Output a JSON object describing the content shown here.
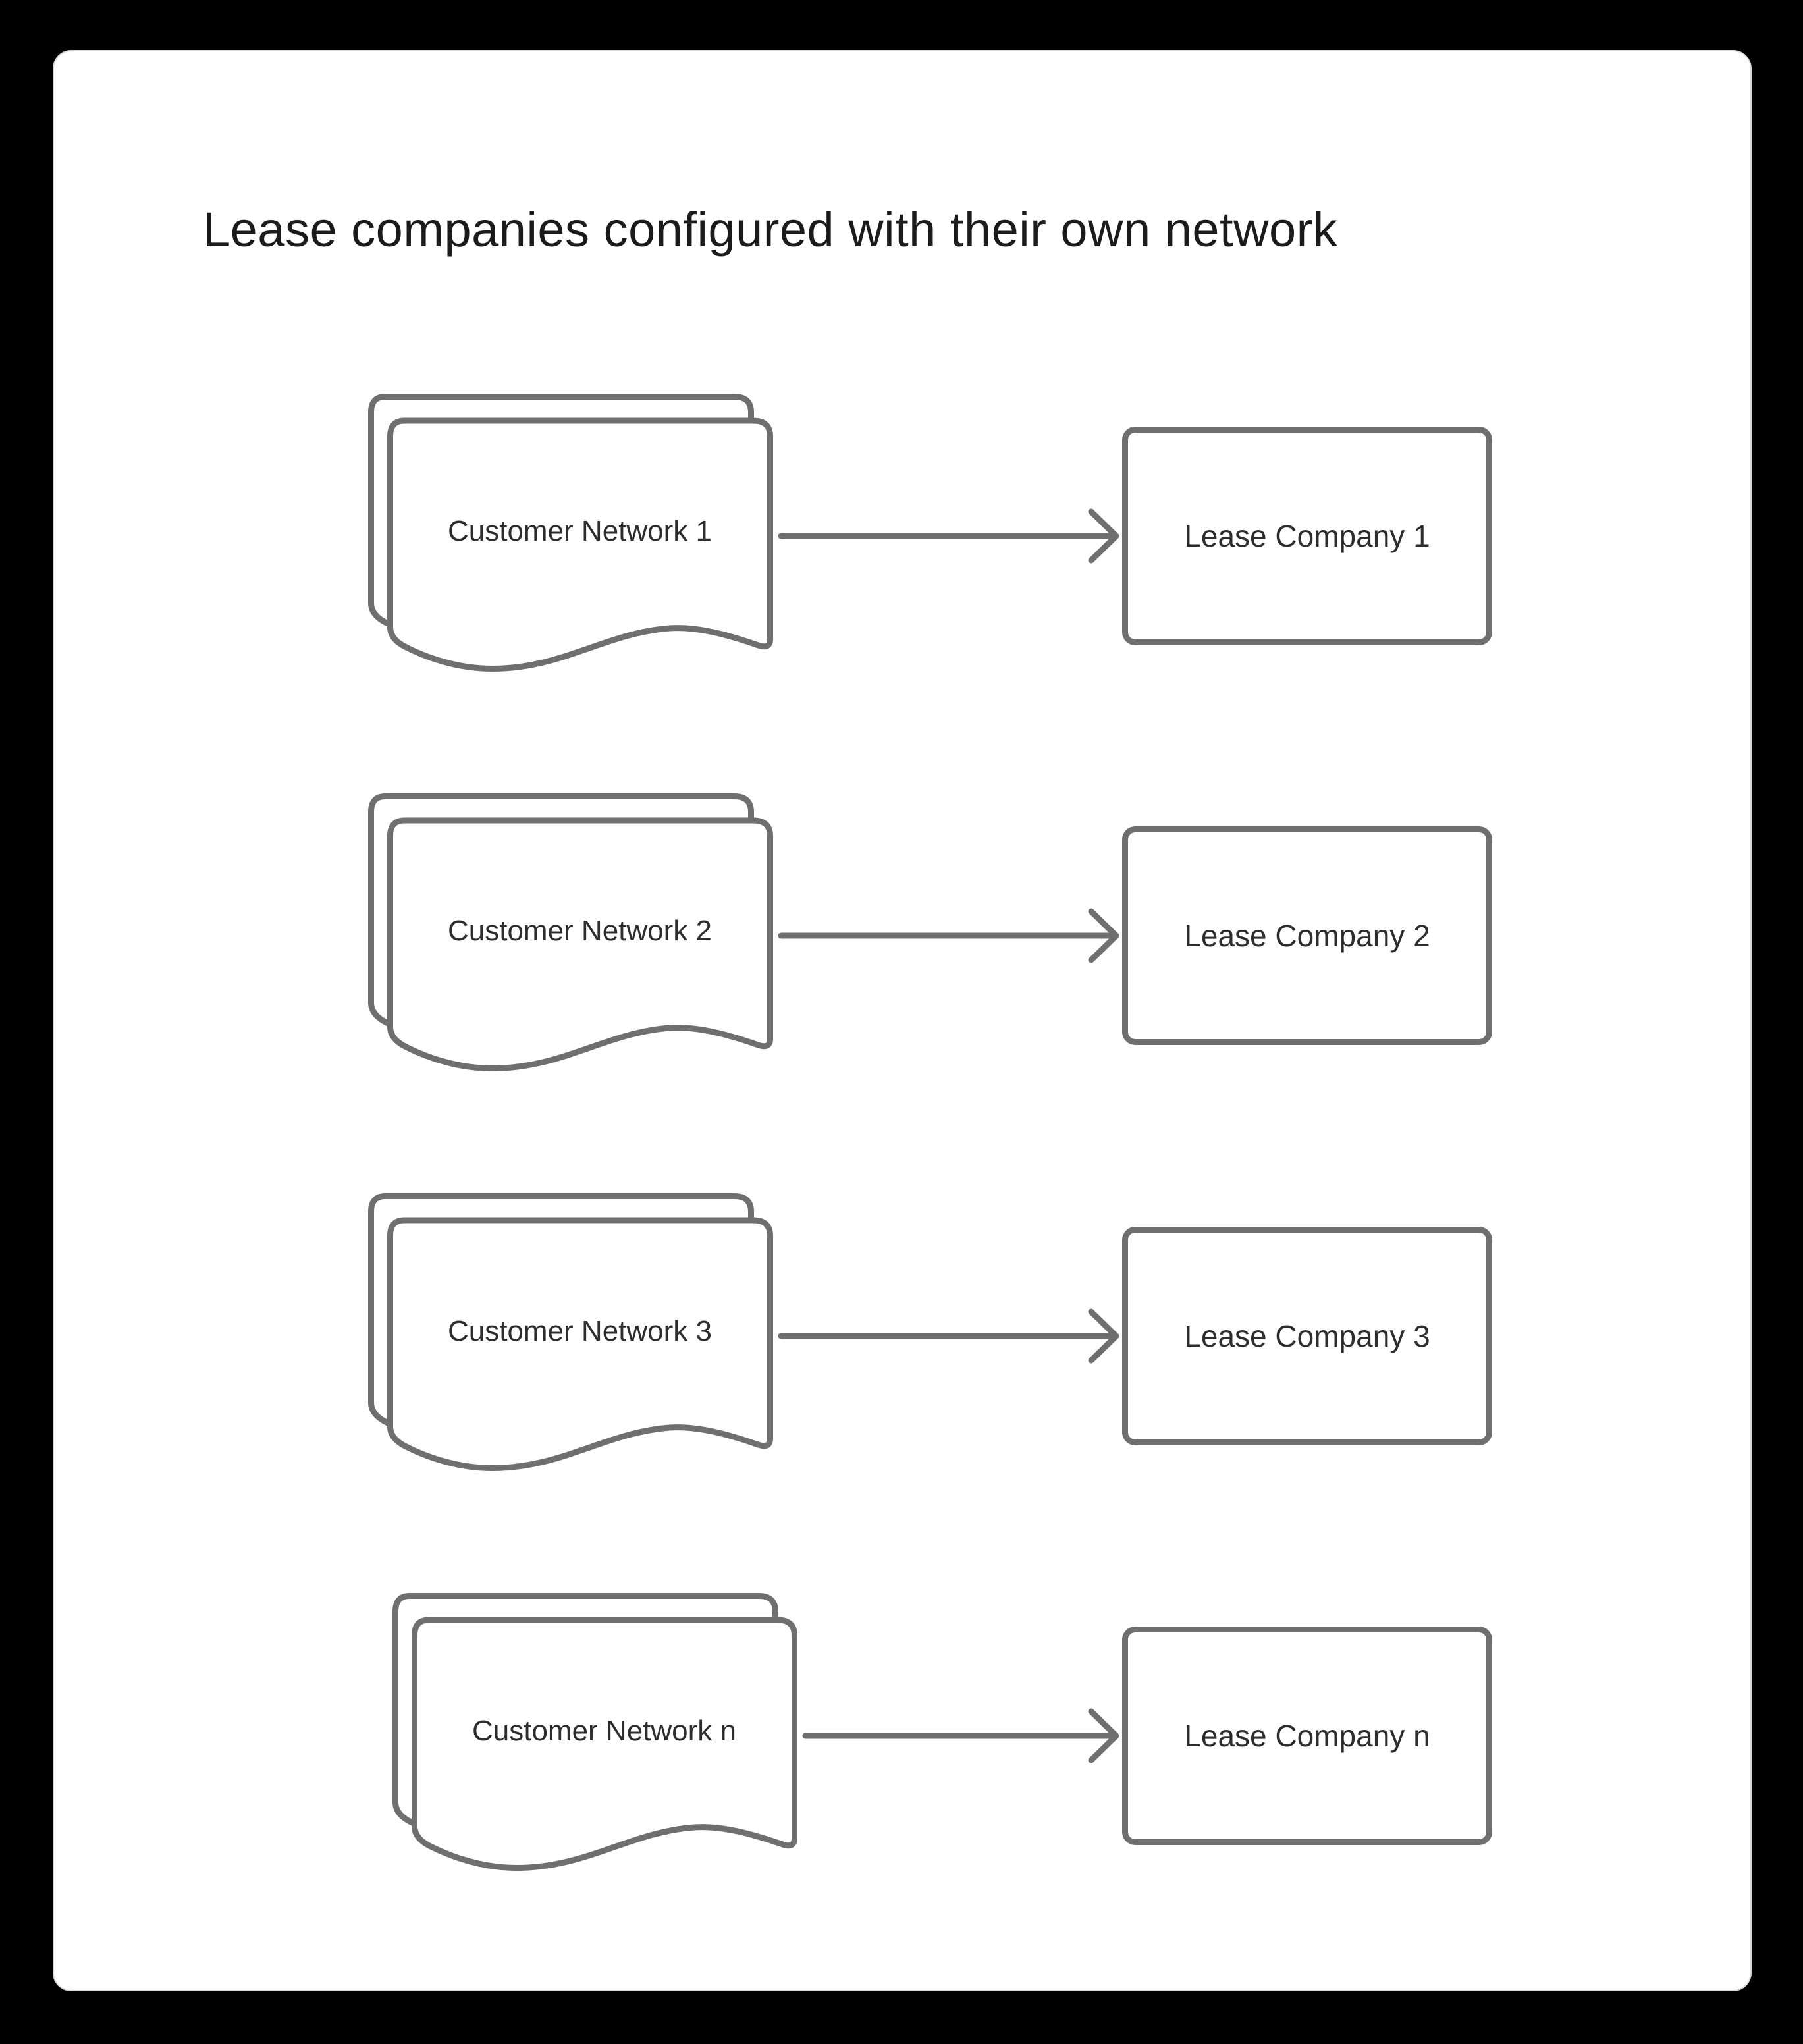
{
  "title": "Lease companies configured with their own network",
  "colors": {
    "background": "#000000",
    "card": "#ffffff",
    "shape_stroke": "#6f6f6f",
    "title_text": "#1b1b1b",
    "label_text": "#2d2d2d"
  },
  "rows": [
    {
      "network_label": "Customer Network 1",
      "company_label": "Lease Company 1"
    },
    {
      "network_label": "Customer Network 2",
      "company_label": "Lease Company 2"
    },
    {
      "network_label": "Customer Network 3",
      "company_label": "Lease Company 3"
    },
    {
      "network_label": "Customer Network n",
      "company_label": "Lease Company n"
    }
  ]
}
